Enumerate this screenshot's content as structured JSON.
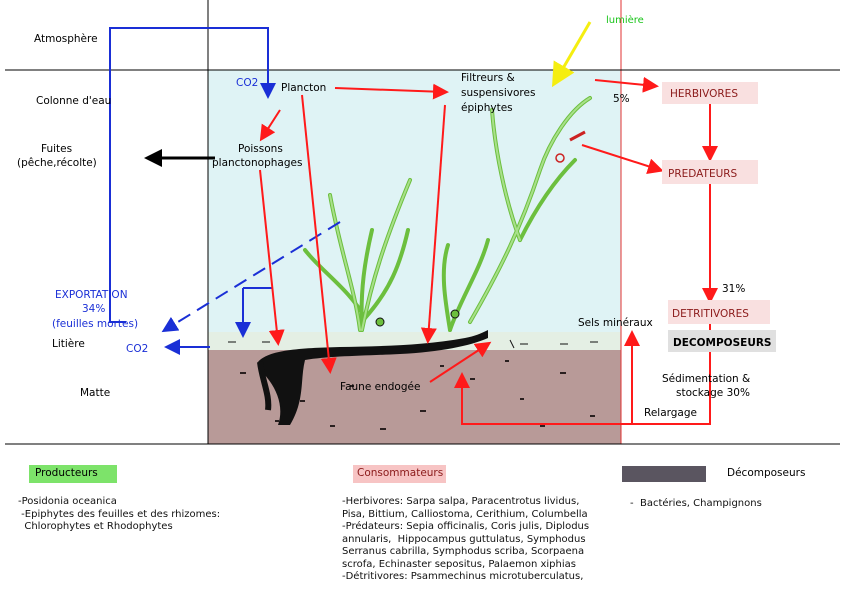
{
  "layers": {
    "atmosphere": "Atmosphère",
    "water_column": "Colonne d'eau",
    "litter": "Litière",
    "matte": "Matte"
  },
  "outputs": {
    "leaks_line1": "Fuites",
    "leaks_line2": "(pêche,récolte)",
    "export_line1": "EXPORTATION",
    "export_line2": "34%",
    "export_line3": "(feuilles mortes)"
  },
  "nodes": {
    "light": "lumière",
    "co2_top": "CO2",
    "co2_bottom": "CO2",
    "plankton": "Plancton",
    "fish_line1": "Poissons",
    "fish_line2": "planctonophages",
    "filter_line1": "Filtreurs &",
    "filter_line2": "suspensivores",
    "filter_line3": "épiphytes",
    "herbivores": "HERBIVORES",
    "predators": "PREDATEURS",
    "detritivores": "DETRITIVORES",
    "decomposers": "DECOMPOSEURS",
    "minerals": "Sels minéraux",
    "infauna": "Faune endogée",
    "sedimentation_line1": "Sédimentation &",
    "sedimentation_line2": "stockage 30%",
    "release": "Relargage",
    "pct_5": "5%",
    "pct_31": "31%"
  },
  "legend": {
    "producers": {
      "label": "Producteurs",
      "color": "#7de36a",
      "items": "-Posidonia oceanica\n -Epiphytes des feuilles et des rhizomes:\n  Chlorophytes et Rhodophytes"
    },
    "consumers": {
      "label": "Consommateurs",
      "color": "#f7c4c4",
      "items": "-Herbivores: Sarpa salpa, Paracentrotus lividus,\nPisa, Bittium, Calliostoma, Cerithium, Columbella\n-Prédateurs: Sepia officinalis, Coris julis, Diplodus\nannularis,  Hippocampus guttulatus, Symphodus\nSerranus cabrilla, Symphodus scriba, Scorpaena\nscrofa, Echinaster sepositus, Palaemon xiphias\n-Détritivores: Psammechinus microtuberculatus,"
    },
    "decomposers": {
      "label": "Décomposeurs",
      "color": "#5a5560",
      "items": "-  Bactéries, Champignons"
    }
  },
  "colors": {
    "water": "#dff3f5",
    "sediment": "#b89a98",
    "litter_band": "#e4efe4",
    "flow_red": "#ff1a1a",
    "flow_blue": "#1a2fd6",
    "leak_black": "#000000",
    "light_yellow": "#f5ee10",
    "seagrass": "#a8e08a",
    "box_pink": "#f9e0e0",
    "box_grey": "#e0e0e0"
  }
}
